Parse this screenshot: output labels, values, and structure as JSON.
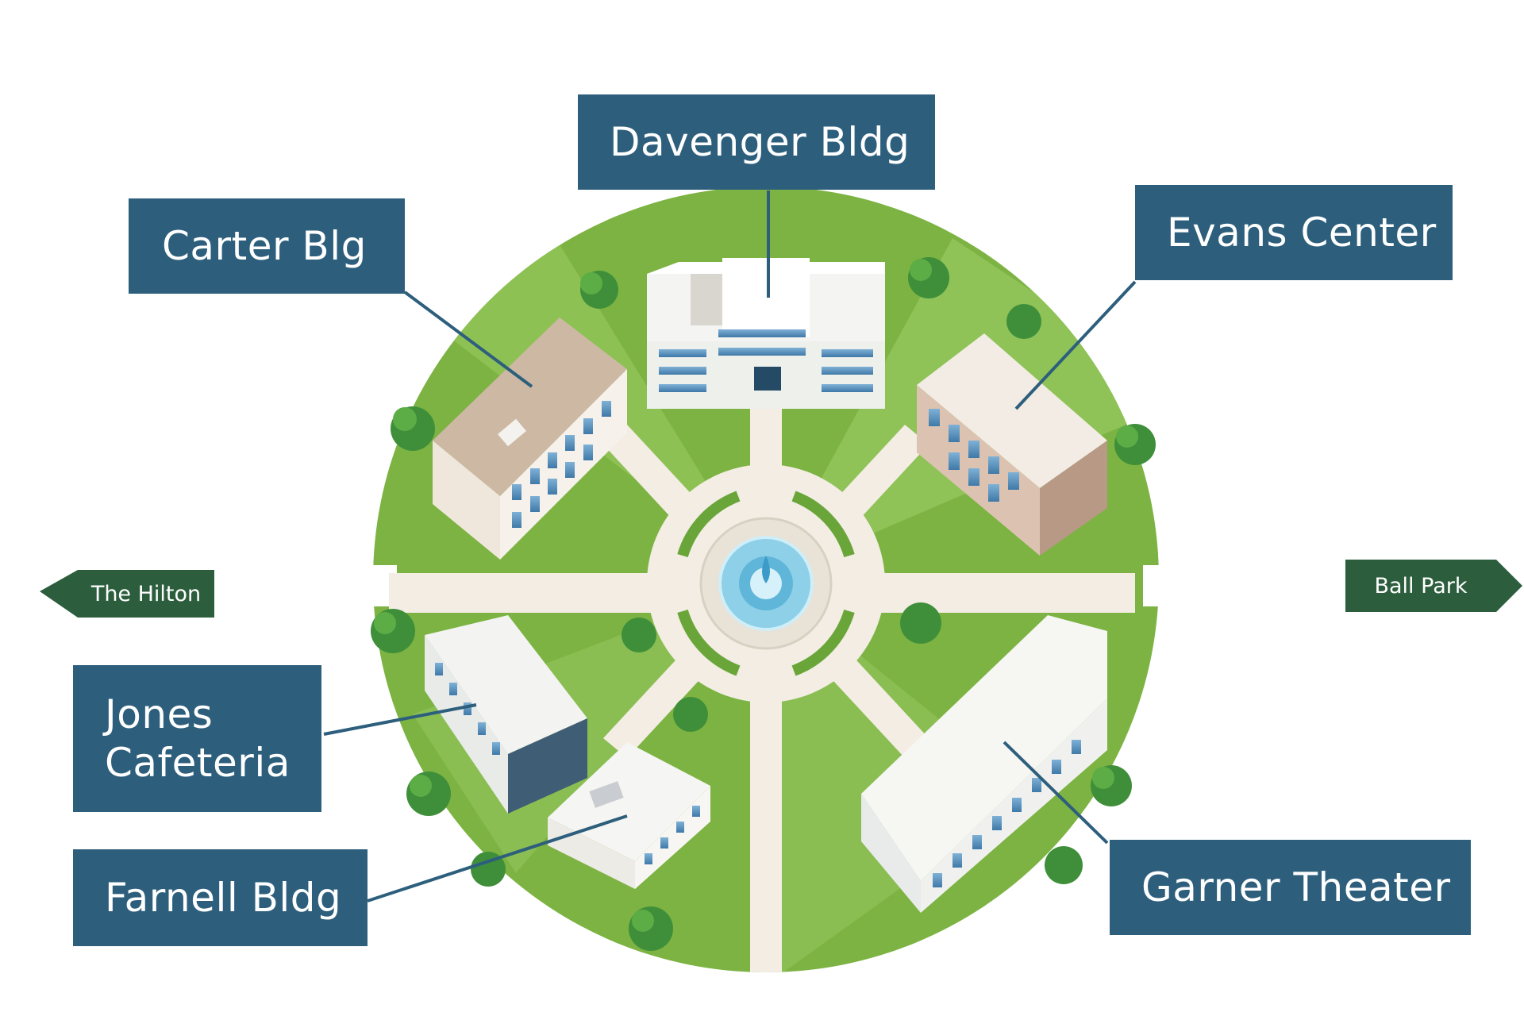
{
  "colors": {
    "label_bg": "#2d5f7d",
    "sign_bg": "#2c5e3e",
    "grass": "#7cb342",
    "grass_light": "#9ccc65",
    "path": "#f3ede4",
    "water": "#8ed0e8",
    "leader_line": "#2d5f7d"
  },
  "labels": {
    "davenger": "Davenger Bldg",
    "carter": "Carter Blg",
    "evans": "Evans Center",
    "jones_line1": "Jones",
    "jones_line2": "Cafeteria",
    "farnell": "Farnell Bldg",
    "garner": "Garner Theater"
  },
  "signs": {
    "left": "The Hilton",
    "right": "Ball Park"
  },
  "icons": {
    "fountain": "fountain-icon",
    "tree": "tree-icon",
    "arrow_left": "arrow-left-icon",
    "arrow_right": "arrow-right-icon"
  }
}
